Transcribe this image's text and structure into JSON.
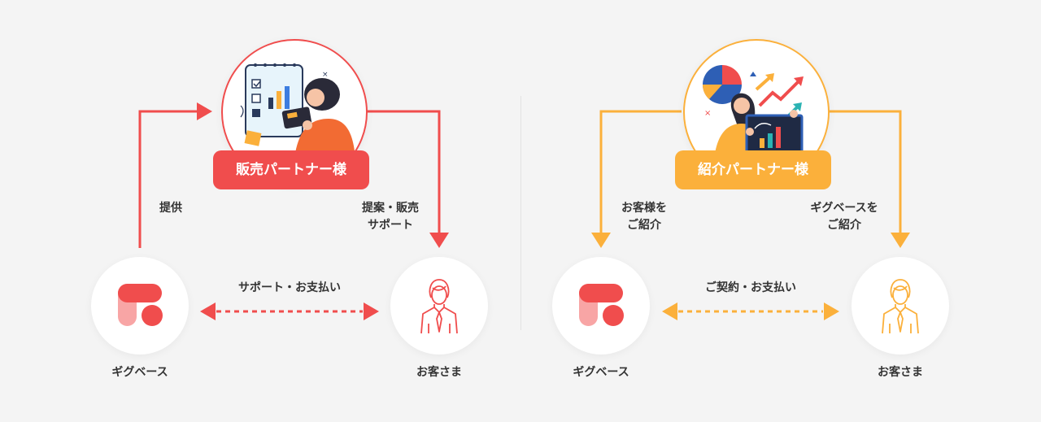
{
  "left": {
    "badge": "販売パートナー様",
    "arrow_provide": "提供",
    "arrow_propose": "提案・販売\nサポート",
    "arrow_bottom": "サポート・お支払い",
    "node_brand": "ギグベース",
    "node_customer": "お客さま"
  },
  "right": {
    "badge": "紹介パートナー様",
    "arrow_left": "お客様を\nご紹介",
    "arrow_right": "ギグベースを\nご紹介",
    "arrow_bottom": "ご契約・お支払い",
    "node_brand": "ギグベース",
    "node_customer": "お客さま"
  },
  "colors": {
    "red": "#f04d4d",
    "orange": "#fbb03b",
    "text": "#333333",
    "background": "#f4f4f4"
  },
  "icons": {
    "brand_logo": "gigbase-logo-icon",
    "customer": "person-with-tie-icon",
    "sales_illustration": "woman-with-tablet-illustration",
    "referral_illustration": "woman-with-growth-chart-illustration"
  }
}
